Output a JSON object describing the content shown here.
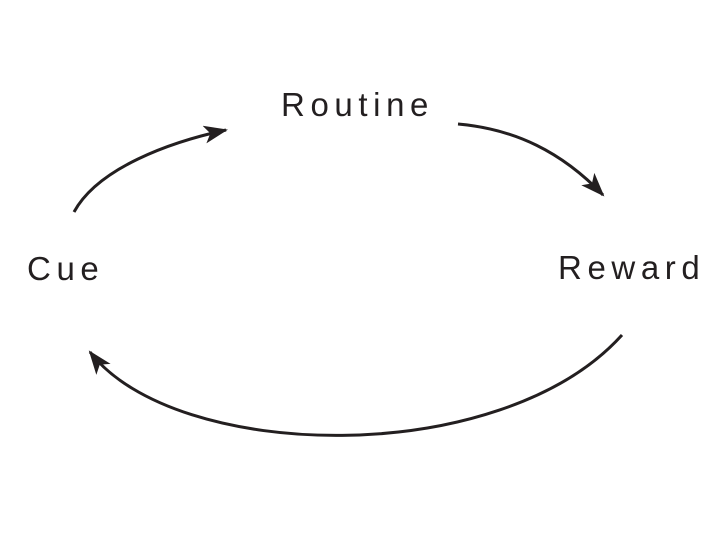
{
  "diagram": {
    "type": "cycle",
    "nodes": [
      {
        "id": "routine",
        "label": "Routine",
        "position": "top-center"
      },
      {
        "id": "cue",
        "label": "Cue",
        "position": "middle-left"
      },
      {
        "id": "reward",
        "label": "Reward",
        "position": "middle-right"
      }
    ],
    "edges": [
      {
        "from": "Cue",
        "to": "Routine",
        "shape": "arc-upper-left"
      },
      {
        "from": "Routine",
        "to": "Reward",
        "shape": "arc-upper-right"
      },
      {
        "from": "Reward",
        "to": "Cue",
        "shape": "arc-bottom"
      }
    ],
    "colors": {
      "background": "#ffffff",
      "ink": "#231f20"
    }
  }
}
